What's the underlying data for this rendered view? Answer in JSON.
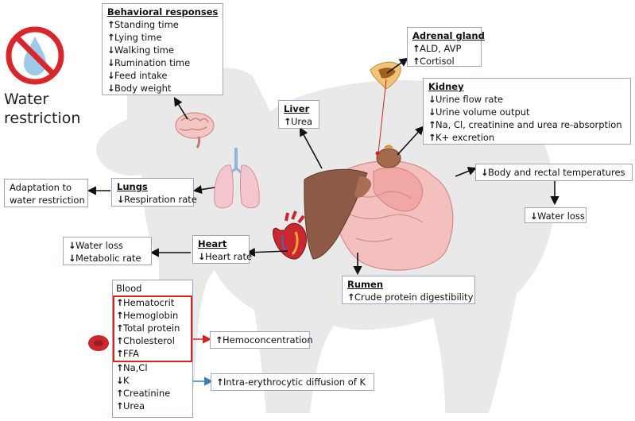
{
  "title": "Water restriction",
  "arrows": {
    "up": "↑",
    "down": "↓"
  },
  "behavioral": {
    "title": "Behavioral responses",
    "items": [
      {
        "dir": "up",
        "text": "Standing time"
      },
      {
        "dir": "up",
        "text": "Lying time"
      },
      {
        "dir": "down",
        "text": "Walking time"
      },
      {
        "dir": "down",
        "text": "Rumination time"
      },
      {
        "dir": "down",
        "text": "Feed intake"
      },
      {
        "dir": "down",
        "text": "Body weight"
      }
    ]
  },
  "adrenal": {
    "title": "Adrenal gland",
    "items": [
      {
        "dir": "up",
        "text": "ALD, AVP"
      },
      {
        "dir": "up",
        "text": "Cortisol"
      }
    ]
  },
  "kidney": {
    "title": "Kidney",
    "items": [
      {
        "dir": "down",
        "text": "Urine flow rate"
      },
      {
        "dir": "down",
        "text": "Urine volume output"
      },
      {
        "dir": "up",
        "text": "Na, Cl, creatinine and urea re-absorption"
      },
      {
        "dir": "up",
        "text": "K+ excretion"
      }
    ]
  },
  "liver": {
    "title": "Liver",
    "items": [
      {
        "dir": "up",
        "text": "Urea"
      }
    ]
  },
  "temperature": {
    "dir": "down",
    "text": "Body and rectal temperatures"
  },
  "water_loss_right": {
    "dir": "down",
    "text": "Water loss"
  },
  "adaptation": {
    "line1": "Adaptation to",
    "line2": "water restriction"
  },
  "lungs": {
    "title": "Lungs",
    "items": [
      {
        "dir": "down",
        "text": "Respiration rate"
      }
    ]
  },
  "heart": {
    "title": "Heart",
    "items": [
      {
        "dir": "down",
        "text": "Heart rate"
      }
    ]
  },
  "heart_effects": {
    "items": [
      {
        "dir": "down",
        "text": "Water loss"
      },
      {
        "dir": "down",
        "text": "Metabolic rate"
      }
    ]
  },
  "rumen": {
    "title": "Rumen",
    "items": [
      {
        "dir": "up",
        "text": "Crude protein digestibility"
      }
    ]
  },
  "blood": {
    "title": "Blood",
    "items_boxed": [
      {
        "dir": "up",
        "text": "Hematocrit"
      },
      {
        "dir": "up",
        "text": "Hemoglobin"
      },
      {
        "dir": "up",
        "text": "Total protein"
      },
      {
        "dir": "up",
        "text": "Cholesterol"
      },
      {
        "dir": "up",
        "text": "FFA"
      }
    ],
    "items_other": [
      {
        "dir": "up",
        "text": "Na,Cl"
      },
      {
        "dir": "down",
        "text": "K"
      },
      {
        "dir": "up",
        "text": "Creatinine"
      },
      {
        "dir": "up",
        "text": "Urea"
      }
    ]
  },
  "hemoconcentration": {
    "dir": "up",
    "text": "Hemoconcentration"
  },
  "intra_k": {
    "dir": "up",
    "text": "Intra-erythrocytic diffusion of K"
  },
  "colors": {
    "sheep_silhouette": "#e9e9e9",
    "box_border": "#9aa6c4",
    "red_arrow": "#d22222",
    "blue_arrow": "#3a7fc0",
    "prohibit_red": "#d9262c",
    "drop_blue": "#9fc9e9",
    "liver": "#8d5a45",
    "stomach": "#f1b7b4"
  }
}
